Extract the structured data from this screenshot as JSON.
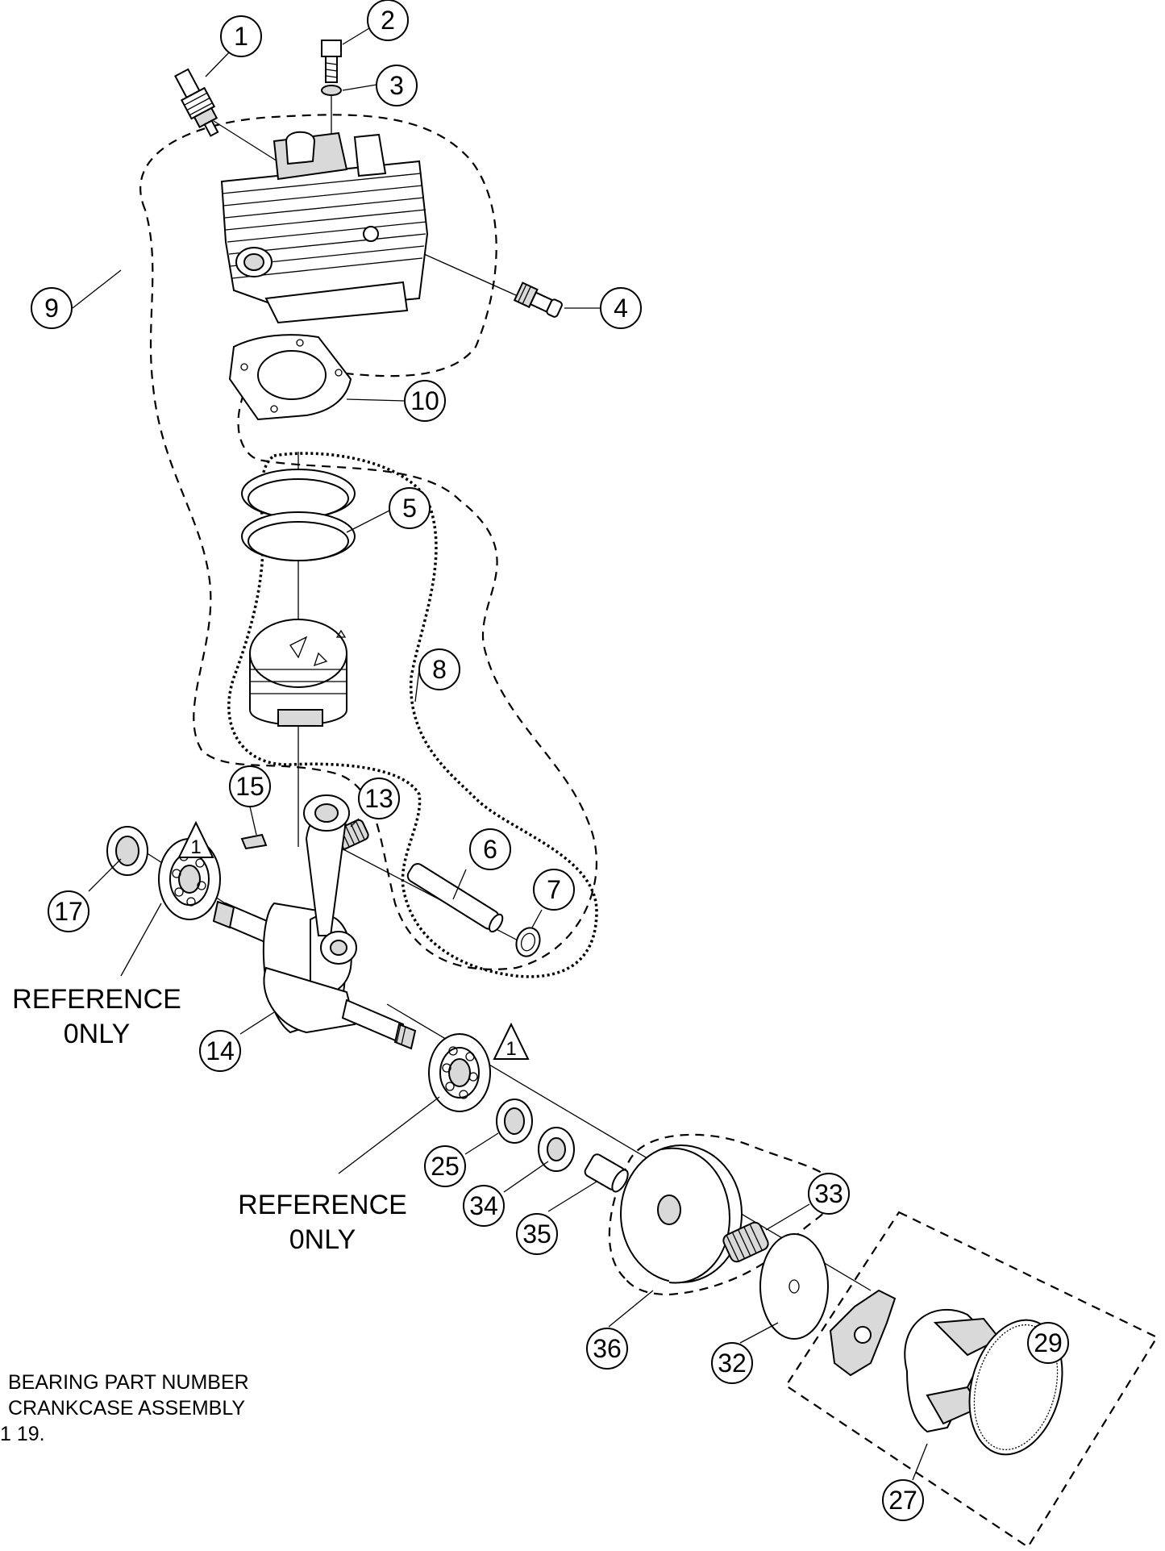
{
  "callouts": {
    "c1": "1",
    "c2": "2",
    "c3": "3",
    "c4": "4",
    "c5": "5",
    "c6": "6",
    "c7": "7",
    "c8": "8",
    "c9": "9",
    "c10": "10",
    "c13": "13",
    "c14": "14",
    "c15": "15",
    "c17": "17",
    "c25": "25",
    "c27": "27",
    "c29": "29",
    "c32": "32",
    "c33": "33",
    "c34": "34",
    "c35": "35",
    "c36": "36"
  },
  "warning_marks": {
    "upper": "1",
    "lower": "1"
  },
  "reference_labels": {
    "left": {
      "line1": "REFERENCE",
      "line2": "0NLY"
    },
    "center": {
      "line1": "REFERENCE",
      "line2": "0NLY"
    }
  },
  "footnote": {
    "line1": "BEARING PART NUMBER",
    "line2": "CRANKCASE ASSEMBLY",
    "line3": "1 19."
  }
}
